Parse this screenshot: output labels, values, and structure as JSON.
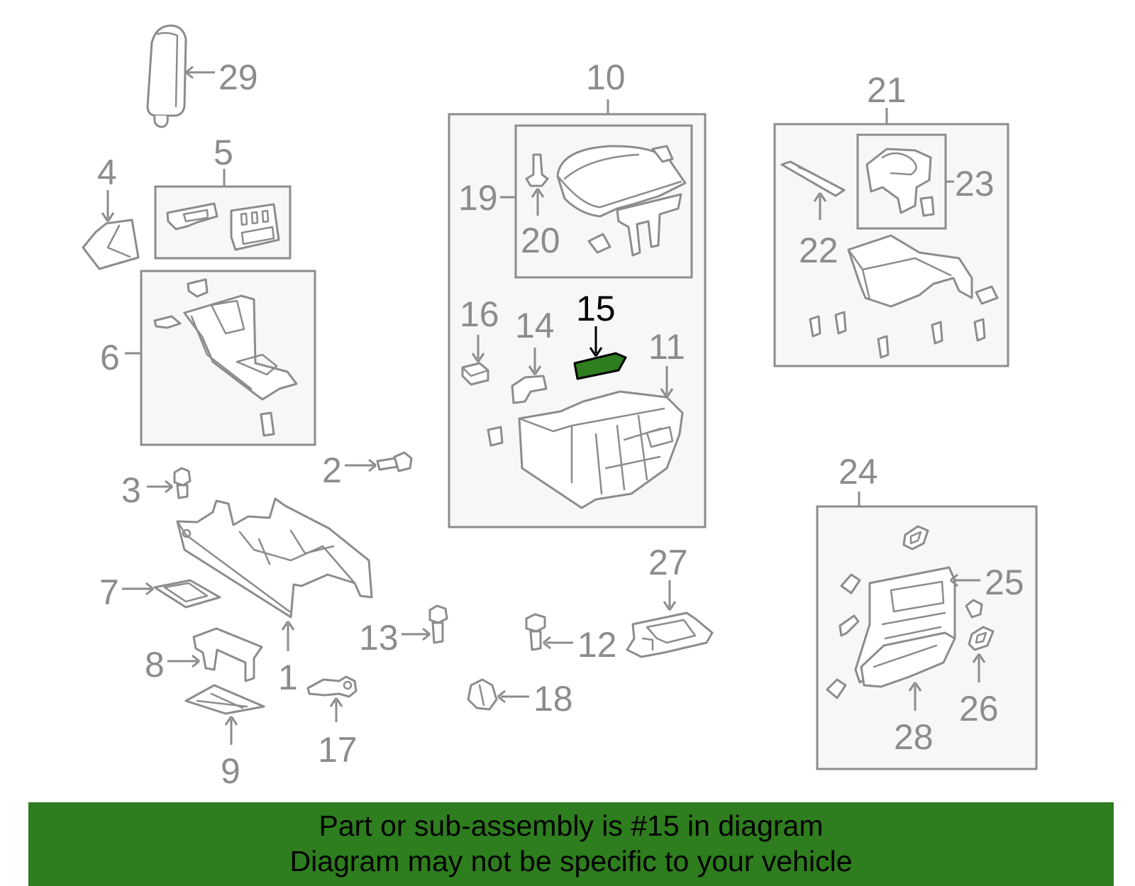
{
  "highlight_color": "#2e7d1e",
  "line_color": "#8c8c8c",
  "highlighted_callout": "15",
  "callouts": {
    "c1": "1",
    "c2": "2",
    "c3": "3",
    "c4": "4",
    "c5": "5",
    "c6": "6",
    "c7": "7",
    "c8": "8",
    "c9": "9",
    "c10": "10",
    "c11": "11",
    "c12": "12",
    "c13": "13",
    "c14": "14",
    "c15": "15",
    "c16": "16",
    "c17": "17",
    "c18": "18",
    "c19": "19",
    "c20": "20",
    "c21": "21",
    "c22": "22",
    "c23": "23",
    "c24": "24",
    "c25": "25",
    "c26": "26",
    "c27": "27",
    "c28": "28",
    "c29": "29"
  },
  "banner": {
    "line1": "Part or sub-assembly is #15 in diagram",
    "line2": "Diagram may not be specific to your vehicle"
  }
}
